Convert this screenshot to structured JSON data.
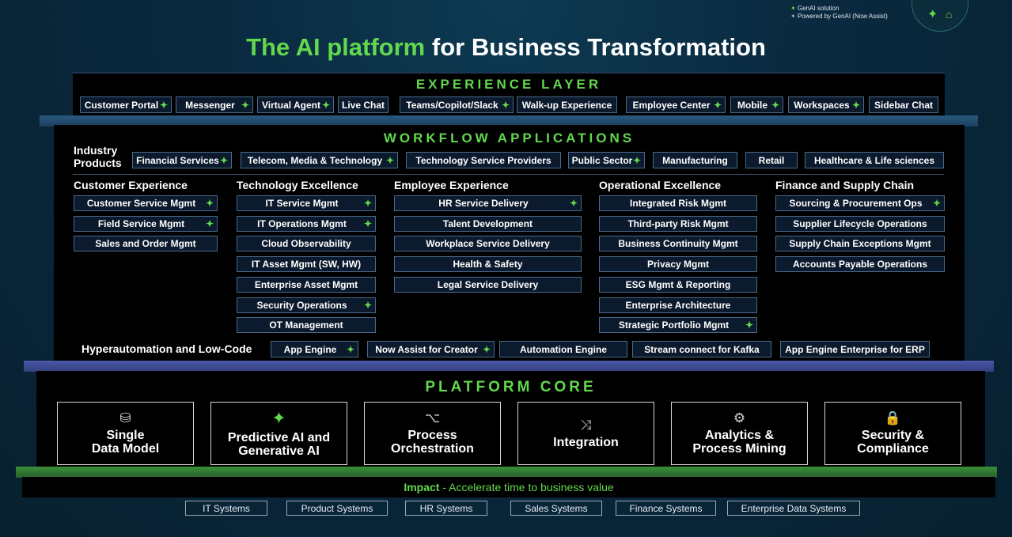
{
  "legend": {
    "genai_solution": "GenAI solution",
    "powered_by": "Powered by GenAI (Now Assist)"
  },
  "title": {
    "highlight": "The AI platform",
    "rest": "for Business Transformation"
  },
  "experience": {
    "title": "EXPERIENCE LAYER",
    "items": [
      {
        "label": "Customer Portal",
        "genai": true
      },
      {
        "label": "Messenger",
        "genai": true
      },
      {
        "label": "Virtual Agent",
        "genai": true
      },
      {
        "label": "Live Chat",
        "genai": false
      },
      {
        "label": "Teams/Copilot/Slack",
        "genai": true
      },
      {
        "label": "Walk-up Experience",
        "genai": false
      },
      {
        "label": "Employee Center",
        "genai": true
      },
      {
        "label": "Mobile",
        "genai": true
      },
      {
        "label": "Workspaces",
        "genai": true
      },
      {
        "label": "Sidebar Chat",
        "genai": false
      }
    ]
  },
  "workflow": {
    "title": "WORKFLOW APPLICATIONS",
    "industry_label_1": "Industry",
    "industry_label_2": "Products",
    "industry": [
      {
        "label": "Financial Services",
        "genai": true
      },
      {
        "label": "Telecom, Media & Technology",
        "genai": true
      },
      {
        "label": "Technology Service Providers",
        "genai": false
      },
      {
        "label": "Public Sector",
        "genai": true
      },
      {
        "label": "Manufacturing",
        "genai": false
      },
      {
        "label": "Retail",
        "genai": false
      },
      {
        "label": "Healthcare & Life sciences",
        "genai": false
      }
    ],
    "columns": [
      {
        "heading": "Customer Experience",
        "items": [
          {
            "label": "Customer Service Mgmt",
            "genai": true
          },
          {
            "label": "Field Service Mgmt",
            "genai": true
          },
          {
            "label": "Sales and Order Mgmt",
            "genai": false
          }
        ]
      },
      {
        "heading": "Technology Excellence",
        "items": [
          {
            "label": "IT Service Mgmt",
            "genai": true
          },
          {
            "label": "IT Operations Mgmt",
            "genai": true
          },
          {
            "label": "Cloud Observability",
            "genai": false
          },
          {
            "label": "IT Asset Mgmt (SW, HW)",
            "genai": false
          },
          {
            "label": "Enterprise Asset Mgmt",
            "genai": false
          },
          {
            "label": "Security Operations",
            "genai": true
          },
          {
            "label": "OT Management",
            "genai": false
          }
        ]
      },
      {
        "heading": "Employee Experience",
        "items": [
          {
            "label": "HR Service Delivery",
            "genai": true
          },
          {
            "label": "Talent Development",
            "genai": false
          },
          {
            "label": "Workplace Service Delivery",
            "genai": false
          },
          {
            "label": "Health & Safety",
            "genai": false
          },
          {
            "label": "Legal Service Delivery",
            "genai": false
          }
        ]
      },
      {
        "heading": "Operational Excellence",
        "items": [
          {
            "label": "Integrated Risk Mgmt",
            "genai": false
          },
          {
            "label": "Third-party Risk Mgmt",
            "genai": false
          },
          {
            "label": "Business Continuity Mgmt",
            "genai": false
          },
          {
            "label": "Privacy Mgmt",
            "genai": false
          },
          {
            "label": "ESG Mgmt & Reporting",
            "genai": false
          },
          {
            "label": "Enterprise Architecture",
            "genai": false
          },
          {
            "label": "Strategic Portfolio Mgmt",
            "genai": true
          }
        ]
      },
      {
        "heading": "Finance and Supply Chain",
        "items": [
          {
            "label": "Sourcing & Procurement Ops",
            "genai": true
          },
          {
            "label": "Supplier Lifecycle Operations",
            "genai": false
          },
          {
            "label": "Supply Chain Exceptions Mgmt",
            "genai": false
          },
          {
            "label": "Accounts Payable Operations",
            "genai": false
          }
        ]
      }
    ],
    "hyper_label": "Hyperautomation and Low-Code",
    "hyper": [
      {
        "label": "App Engine",
        "genai": true
      },
      {
        "label": "Now Assist for Creator",
        "genai": true
      },
      {
        "label": "Automation Engine",
        "genai": false
      },
      {
        "label": "Stream connect for Kafka",
        "genai": false
      },
      {
        "label": "App Engine Enterprise for ERP",
        "genai": false
      }
    ]
  },
  "core": {
    "title": "PLATFORM CORE",
    "boxes": [
      {
        "line1": "Single",
        "line2": "Data Model",
        "icon": "database-icon"
      },
      {
        "line1": "Predictive AI and",
        "line2": "Generative AI",
        "icon": "sparkle-icon"
      },
      {
        "line1": "Process",
        "line2": "Orchestration",
        "icon": "flow-icon"
      },
      {
        "line1": "Integration",
        "line2": "",
        "icon": "shuffle-icon"
      },
      {
        "line1": "Analytics &",
        "line2": "Process Mining",
        "icon": "mining-icon"
      },
      {
        "line1": "Security &",
        "line2": "Compliance",
        "icon": "lock-icon"
      }
    ]
  },
  "impact": {
    "bold": "Impact",
    "text": "- Accelerate time to  business value"
  },
  "systems": [
    "IT Systems",
    "Product Systems",
    "HR Systems",
    "Sales Systems",
    "Finance Systems",
    "Enterprise Data Systems"
  ],
  "colors": {
    "accent": "#62d84e",
    "chip_border": "#4a6a8a"
  }
}
